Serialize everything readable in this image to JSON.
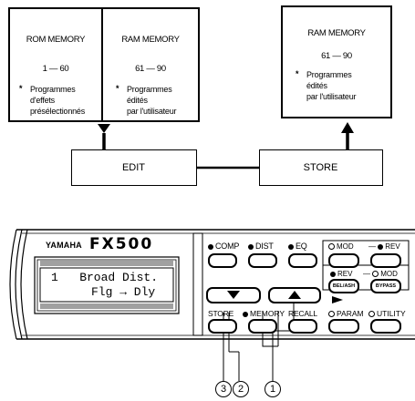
{
  "rom_box": {
    "title": "ROM MEMORY",
    "range": "1 — 60",
    "bullet": "*",
    "desc_lines": [
      "Programmes",
      "d'effets",
      "présélectionnés"
    ]
  },
  "ram_box": {
    "title": "RAM MEMORY",
    "range": "61 — 90",
    "bullet": "*",
    "desc_lines": [
      "Programmes",
      "édités",
      "par l'utilisateur"
    ]
  },
  "ram_box_right": {
    "title": "RAM MEMORY",
    "range": "61 — 90",
    "bullet": "*",
    "desc_lines": [
      "Programmes",
      "édités",
      "par l'utilisateur"
    ]
  },
  "edit_box": {
    "label": "EDIT"
  },
  "store_box": {
    "label": "STORE"
  },
  "device": {
    "brand": "YAMAHA",
    "model": "FX500",
    "lcd_line1": "1   Broad Dist.",
    "lcd_line2": "Flg → Dly",
    "buttons": {
      "comp": "COMP",
      "dist": "DIST",
      "eq": "EQ",
      "mod_top": "MOD",
      "rev_top": "REV",
      "rev_bottom": "REV",
      "mod_bottom": "MOD",
      "bel_ash": "BEL/ASH",
      "bypass": "BYPASS",
      "store": "STORE",
      "memory": "MEMORY",
      "recall": "RECALL",
      "param": "PARAM",
      "utility": "UTILITY"
    },
    "callouts": [
      "3",
      "2",
      "1"
    ]
  }
}
